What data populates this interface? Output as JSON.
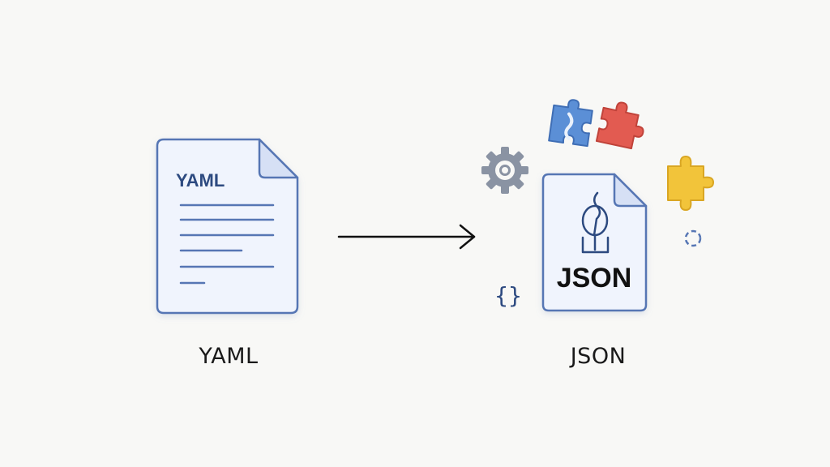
{
  "yaml_document": {
    "heading": "YAML",
    "caption": "YAML"
  },
  "json_document": {
    "heading": "JSON",
    "caption": "JSON",
    "brace_symbol": "{}"
  },
  "colors": {
    "doc_outline": "#5676b4",
    "doc_fill": "#f0f4fd",
    "doc_fold": "#d6e0f5",
    "heading_text": "#2d4a80",
    "arrow": "#111111",
    "puzzle_blue": "#5b8fd6",
    "puzzle_red": "#e25b51",
    "puzzle_yellow": "#f2c43a",
    "gear": "#8a93a3"
  },
  "icons": [
    "document-icon",
    "arrow-right-icon",
    "gear-icon",
    "puzzle-piece-icon",
    "curly-braces-icon",
    "refresh-icon"
  ]
}
